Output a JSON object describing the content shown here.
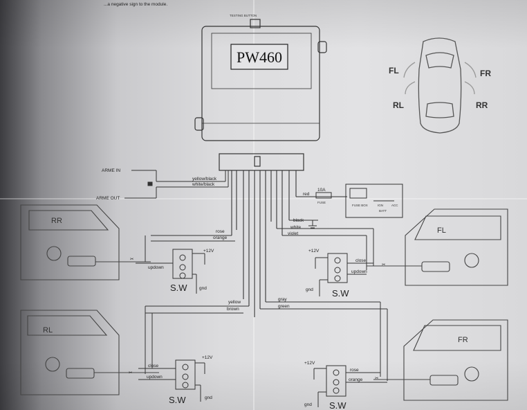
{
  "header_note": "...a negative sign to the module.",
  "module": {
    "model": "PW460",
    "testing_button": "TESTING\nBUTTON"
  },
  "inputs": {
    "arm_in": "ARME IN",
    "arm_out": "ARME OUT",
    "yellow_black": "yellow/black",
    "white_black": "white/black"
  },
  "power": {
    "red": "red",
    "fuse": "10A",
    "fuse_holder": "FUSE",
    "fuse_box": "FUSE BOX",
    "battery": "BATT",
    "ign": "IGN",
    "acc": "ACC",
    "black": "black",
    "white": "white",
    "violet": "violet"
  },
  "car": {
    "fl": "FL",
    "fr": "FR",
    "rl": "RL",
    "rr": "RR"
  },
  "doors": {
    "rr": "RR",
    "fl": "FL",
    "rl": "RL",
    "fr": "FR"
  },
  "wires": {
    "rose": "rose",
    "orange": "orange",
    "yellow": "yellow",
    "brown": "brown",
    "gray": "gray",
    "green": "green",
    "white": "white",
    "violet": "violet"
  },
  "switch_labels": {
    "sw": "S.W",
    "updown": "updown",
    "close": "close",
    "v12": "+12V",
    "gnd": "gnd"
  }
}
